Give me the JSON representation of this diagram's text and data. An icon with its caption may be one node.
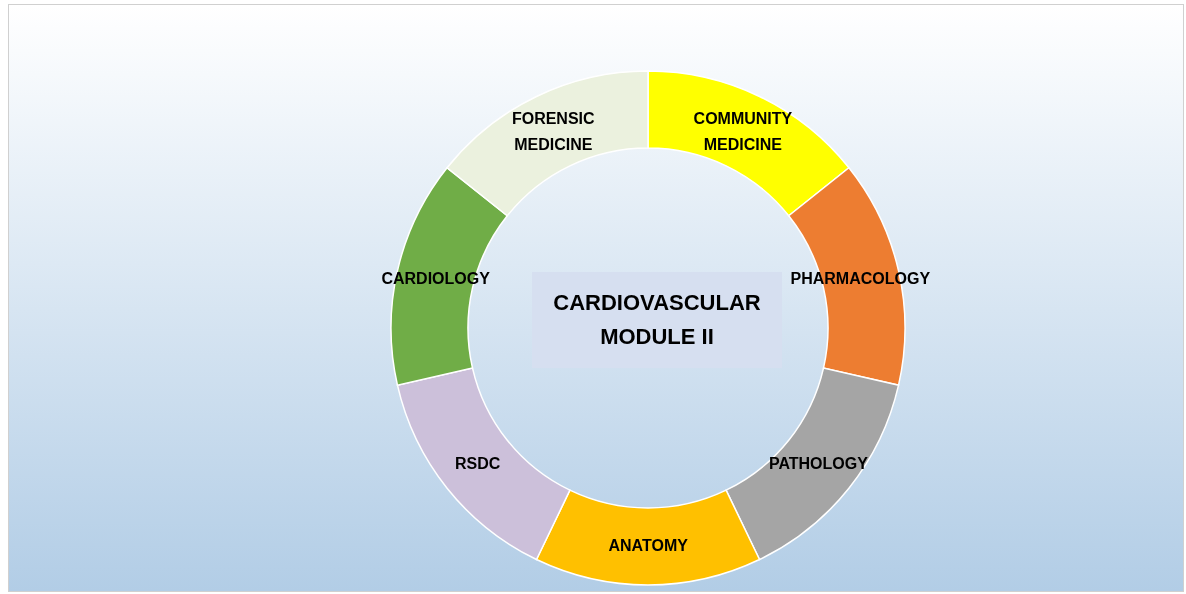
{
  "diagram": {
    "nodes": [
      {
        "text": [
          "CARDIOVASCULAR MODULE II"
        ]
      },
      {
        "text": [
          "COMMUNITY MEDICINE"
        ]
      },
      {
        "text": [
          "PHARMACOLOGY"
        ]
      },
      {
        "text": [
          "PATHOLOGY"
        ]
      },
      {
        "text": [
          "ANATOMY"
        ]
      },
      {
        "text": [
          "RSDC"
        ]
      },
      {
        "text": [
          "CARDIOLOGY"
        ]
      },
      {
        "text": [
          "FORENSIC MEDICINE"
        ]
      }
    ]
  }
}
